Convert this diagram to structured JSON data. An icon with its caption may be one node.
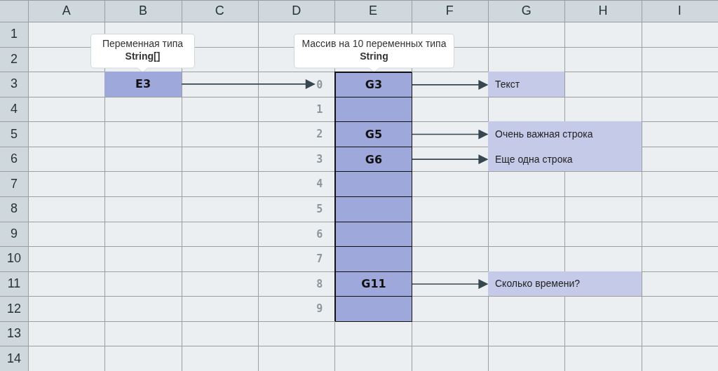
{
  "diagram": {
    "nodes": [
      {
        "text": [
          "Переменная типа **String[]**"
        ]
      },
      {
        "text": [
          "E3"
        ]
      },
      {
        "text": [
          "Массив на 10 переменных типа **String**"
        ]
      },
      {
        "text": [],
        "shape": "box"
      },
      {
        "text": [
          "G3"
        ],
        "in": 3,
        "beside": [
          "0"
        ]
      },
      {
        "text": [],
        "shape": "box",
        "in": 3,
        "beside": [
          "1"
        ]
      },
      {
        "text": [
          "G5"
        ],
        "in": 3,
        "beside": [
          "2"
        ]
      },
      {
        "text": [
          "G6"
        ],
        "in": 3,
        "beside": [
          "3"
        ]
      },
      {
        "text": [],
        "shape": "box",
        "in": 3,
        "beside": [
          "4"
        ]
      },
      {
        "text": [],
        "shape": "box",
        "in": 3,
        "beside": [
          "5"
        ]
      },
      {
        "text": [],
        "shape": "box",
        "in": 3,
        "beside": [
          "6"
        ]
      },
      {
        "text": [],
        "shape": "box",
        "in": 3,
        "beside": [
          "7"
        ]
      },
      {
        "text": [
          "G11"
        ],
        "in": 3,
        "beside": [
          "8"
        ]
      },
      {
        "text": [],
        "shape": "box",
        "in": 3,
        "beside": [
          "9"
        ]
      },
      {
        "text": [
          "Текст"
        ]
      },
      {
        "text": [
          "Очень важная строка"
        ]
      },
      {
        "text": [
          "Еще одна строка"
        ]
      },
      {
        "text": [
          "Сколько времени?"
        ]
      }
    ],
    "edges": [
      {
        "from": 1,
        "to": 4,
        "arrow": "to"
      },
      {
        "from": 4,
        "to": 14,
        "arrow": "to"
      },
      {
        "from": 6,
        "to": 15,
        "arrow": "to"
      },
      {
        "from": 7,
        "to": 16,
        "arrow": "to"
      },
      {
        "from": 12,
        "to": 17,
        "arrow": "to"
      }
    ],
    "labels": [
      "A",
      "B",
      "C",
      "D",
      "E",
      "F",
      "G",
      "H",
      "I",
      "1",
      "2",
      "3",
      "4",
      "5",
      "6",
      "7",
      "8",
      "9",
      "10",
      "11",
      "12",
      "13",
      "14"
    ]
  }
}
